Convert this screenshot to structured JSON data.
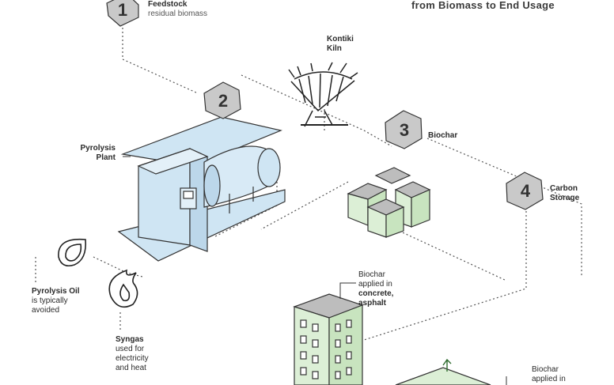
{
  "header": {
    "title": "from Biomass to End Usage"
  },
  "steps": [
    {
      "number": "1",
      "title": "Feedstock",
      "subtitle": "residual biomass"
    },
    {
      "number": "2",
      "title": "Pyrolysis Plant"
    },
    {
      "number": "3",
      "title": "Biochar"
    },
    {
      "number": "4",
      "title": "Carbon Storage"
    }
  ],
  "kiln": {
    "label": "Kontiki Kiln"
  },
  "outputs": {
    "oil": {
      "title": "Pyrolysis Oil",
      "line1": "is typically",
      "line2": "avoided"
    },
    "syngas": {
      "title": "Syngas",
      "line1": "used for",
      "line2": "electricity",
      "line3": "and heat"
    }
  },
  "uses": {
    "concrete": {
      "line1": "Biochar",
      "line2": "applied in",
      "line3": "concrete,",
      "line4": "asphalt"
    },
    "soil": {
      "line1": "Biochar",
      "line2": "applied in"
    }
  },
  "colors": {
    "accent_blue": "#cfe5f3",
    "accent_green": "#dcefd6",
    "badge": "#bdbdbd",
    "line": "#333333"
  }
}
